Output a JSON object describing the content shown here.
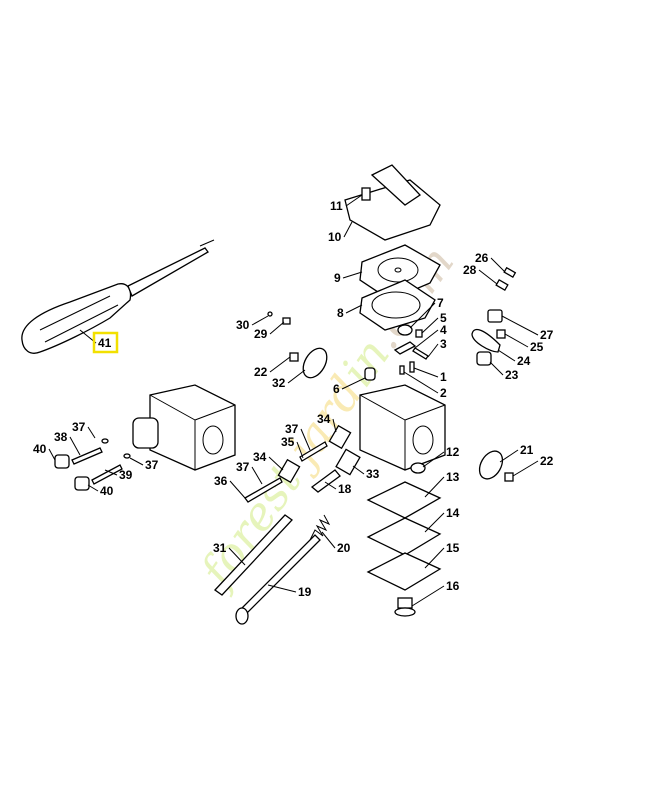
{
  "diagram": {
    "watermark": {
      "text": "forestjardin.com",
      "colors": [
        "#c8e86a",
        "#f3d25a",
        "#c0a888"
      ]
    },
    "highlight_color": "#f2e000",
    "highlighted_label": "41",
    "callouts": [
      {
        "id": "11",
        "label": "11"
      },
      {
        "id": "10",
        "label": "10"
      },
      {
        "id": "9",
        "label": "9"
      },
      {
        "id": "8",
        "label": "8"
      },
      {
        "id": "7",
        "label": "7"
      },
      {
        "id": "5",
        "label": "5"
      },
      {
        "id": "4",
        "label": "4"
      },
      {
        "id": "3",
        "label": "3"
      },
      {
        "id": "1",
        "label": "1"
      },
      {
        "id": "2",
        "label": "2"
      },
      {
        "id": "30",
        "label": "30"
      },
      {
        "id": "29",
        "label": "29"
      },
      {
        "id": "22a",
        "label": "22"
      },
      {
        "id": "32",
        "label": "32"
      },
      {
        "id": "6",
        "label": "6"
      },
      {
        "id": "26",
        "label": "26"
      },
      {
        "id": "28",
        "label": "28"
      },
      {
        "id": "27",
        "label": "27"
      },
      {
        "id": "25",
        "label": "25"
      },
      {
        "id": "24",
        "label": "24"
      },
      {
        "id": "23",
        "label": "23"
      },
      {
        "id": "41",
        "label": "41"
      },
      {
        "id": "37a",
        "label": "37"
      },
      {
        "id": "38",
        "label": "38"
      },
      {
        "id": "40a",
        "label": "40"
      },
      {
        "id": "37b",
        "label": "37"
      },
      {
        "id": "39",
        "label": "39"
      },
      {
        "id": "40b",
        "label": "40"
      },
      {
        "id": "37c",
        "label": "37"
      },
      {
        "id": "34a",
        "label": "34"
      },
      {
        "id": "35",
        "label": "35"
      },
      {
        "id": "34b",
        "label": "34"
      },
      {
        "id": "37d",
        "label": "37"
      },
      {
        "id": "36",
        "label": "36"
      },
      {
        "id": "33",
        "label": "33"
      },
      {
        "id": "18",
        "label": "18"
      },
      {
        "id": "12",
        "label": "12"
      },
      {
        "id": "13",
        "label": "13"
      },
      {
        "id": "14",
        "label": "14"
      },
      {
        "id": "15",
        "label": "15"
      },
      {
        "id": "16",
        "label": "16"
      },
      {
        "id": "21",
        "label": "21"
      },
      {
        "id": "22b",
        "label": "22"
      },
      {
        "id": "31",
        "label": "31"
      },
      {
        "id": "20",
        "label": "20"
      },
      {
        "id": "19",
        "label": "19"
      }
    ]
  }
}
